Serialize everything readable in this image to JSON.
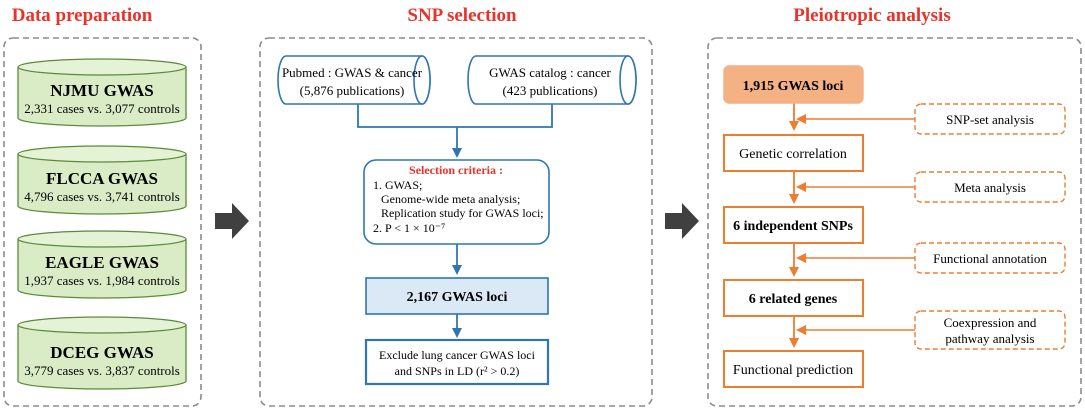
{
  "sections": {
    "data_preparation": "Data preparation",
    "snp_selection": "SNP selection",
    "pleiotropic_analysis": "Pleiotropic analysis"
  },
  "data_preparation": {
    "studies": [
      {
        "name": "NJMU GWAS",
        "detail": "2,331 cases vs. 3,077 controls"
      },
      {
        "name": "FLCCA GWAS",
        "detail": "4,796 cases vs. 3,741 controls"
      },
      {
        "name": "EAGLE GWAS",
        "detail": "1,937 cases vs. 1,984 controls"
      },
      {
        "name": "DCEG GWAS",
        "detail": "3,779 cases vs. 3,837 controls"
      }
    ]
  },
  "snp_selection": {
    "sources": [
      {
        "line1": "Pubmed : GWAS & cancer",
        "line2": "(5,876 publications)"
      },
      {
        "line1": "GWAS catalog : cancer",
        "line2": "(423 publications)"
      }
    ],
    "criteria": {
      "title": "Selection criteria :",
      "line1": "1. GWAS;",
      "line2": "Genome-wide meta analysis;",
      "line3": "Replication study for GWAS loci;",
      "line4": "2. P < 1 × 10⁻⁷"
    },
    "loci": "2,167 GWAS loci",
    "exclude_line1": "Exclude lung cancer GWAS loci",
    "exclude_line2": "and SNPs in LD (r² > 0.2)"
  },
  "pleiotropic": {
    "start": "1,915 GWAS loci",
    "steps": [
      {
        "label": "Genetic correlation",
        "bold": false
      },
      {
        "label": "6 independent SNPs",
        "bold": true
      },
      {
        "label": "6 related genes",
        "bold": true
      },
      {
        "label": "Functional prediction",
        "bold": false
      }
    ],
    "methods": [
      {
        "line1": "SNP-set analysis",
        "line2": ""
      },
      {
        "line1": "Meta analysis",
        "line2": ""
      },
      {
        "line1": "Functional annotation",
        "line2": ""
      },
      {
        "line1": "Coexpression and",
        "line2": "pathway analysis"
      }
    ]
  },
  "colors": {
    "title_red": "#e8332a",
    "cylinder_fill": "#d9ecc6",
    "cylinder_stroke": "#5c8a3a",
    "blue": "#2e75b6",
    "light_blue_fill": "#dbe9f6",
    "orange": "#ed7d31",
    "orange_fill": "#f4b183",
    "panel_border": "#8c8c8c"
  }
}
